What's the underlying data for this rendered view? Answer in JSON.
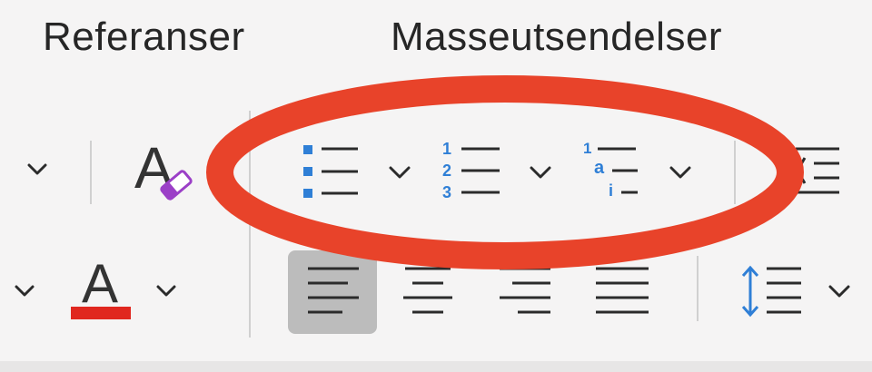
{
  "ribbon": {
    "tabs": [
      {
        "label": "Referanser"
      },
      {
        "label": "Masseutsendelser"
      }
    ]
  },
  "paragraph_group": {
    "bullet_list": {
      "icon": "bullet-list-icon"
    },
    "numbered_list": {
      "icon": "numbered-list-icon",
      "numbers": [
        "1",
        "2",
        "3"
      ]
    },
    "multilevel_list": {
      "icon": "multilevel-list-icon",
      "markers": [
        "1",
        "a",
        "i"
      ]
    },
    "align_left": {
      "icon": "align-left-icon",
      "selected": true
    },
    "align_center": {
      "icon": "align-center-icon"
    },
    "align_right": {
      "icon": "align-right-icon"
    },
    "justify": {
      "icon": "justify-icon"
    },
    "line_spacing": {
      "icon": "line-spacing-icon"
    }
  },
  "font_group": {
    "clear_formatting": {
      "icon": "clear-formatting-icon",
      "glyph": "A"
    },
    "font_color": {
      "icon": "font-color-icon",
      "glyph": "A",
      "color": "#e0271f"
    }
  },
  "annotation": {
    "color": "#e8432a",
    "shape": "ellipse"
  },
  "colors": {
    "icon_blue": "#2f7fd6",
    "icon_dark": "#2b2b2b",
    "selected_bg": "#bcbcbc"
  }
}
